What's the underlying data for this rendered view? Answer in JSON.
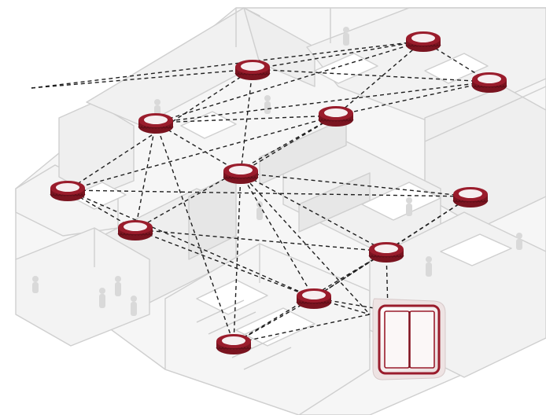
{
  "colors": {
    "background": "#ffffff",
    "building_line": "#cfcfcf",
    "building_fill": "#f3f3f3",
    "link_line": "#1e1e1e",
    "node_dark": "#7a1420",
    "node_mid": "#9a1c2c",
    "node_light": "#f6eef0",
    "switch_frame": "#9a1c2c",
    "switch_plate": "#f4eaea"
  },
  "diagram": {
    "nodes": [
      {
        "id": "n1"
      },
      {
        "id": "n2"
      },
      {
        "id": "n3"
      },
      {
        "id": "n4"
      },
      {
        "id": "n5"
      },
      {
        "id": "n6"
      },
      {
        "id": "n7"
      },
      {
        "id": "n8"
      },
      {
        "id": "n9"
      },
      {
        "id": "n10"
      },
      {
        "id": "n11"
      },
      {
        "id": "n12"
      },
      {
        "id": "n13"
      }
    ],
    "edges": [
      [
        "n1",
        "n2"
      ],
      [
        "n1",
        "n3"
      ],
      [
        "n1",
        "n4"
      ],
      [
        "n1",
        "n5"
      ],
      [
        "n2",
        "n5"
      ],
      [
        "n2",
        "n4"
      ],
      [
        "n2",
        "n3"
      ],
      [
        "n3",
        "n5"
      ],
      [
        "n3",
        "n6"
      ],
      [
        "n3",
        "n8"
      ],
      [
        "n3",
        "n7"
      ],
      [
        "n4",
        "n6"
      ],
      [
        "n4",
        "n7"
      ],
      [
        "n5",
        "n8"
      ],
      [
        "n5",
        "n6"
      ],
      [
        "n6",
        "n9"
      ],
      [
        "n6",
        "n10"
      ],
      [
        "n6",
        "n11"
      ],
      [
        "n6",
        "n12"
      ],
      [
        "n6",
        "n13"
      ],
      [
        "n7",
        "n8"
      ],
      [
        "n7",
        "n9"
      ],
      [
        "n7",
        "n11"
      ],
      [
        "n8",
        "n10"
      ],
      [
        "n8",
        "n11"
      ],
      [
        "n9",
        "n11"
      ],
      [
        "n9",
        "n10"
      ],
      [
        "n10",
        "n11"
      ],
      [
        "n10",
        "n12"
      ],
      [
        "n10",
        "switch"
      ],
      [
        "n11",
        "n12"
      ],
      [
        "n11",
        "n13"
      ],
      [
        "n11",
        "switch"
      ],
      [
        "n12",
        "n13"
      ],
      [
        "n5",
        "n12"
      ],
      [
        "corner",
        "n1"
      ],
      [
        "corner",
        "n4"
      ]
    ],
    "switch": {
      "icon": "double-rocker-switch-icon"
    }
  }
}
